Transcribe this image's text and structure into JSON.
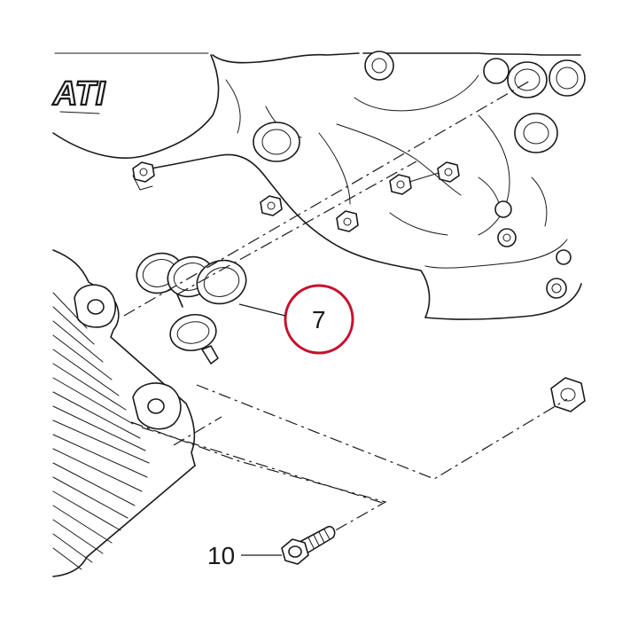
{
  "diagram": {
    "callouts": [
      {
        "label": "7",
        "part": "oil-cooler-gasket"
      },
      {
        "label": "10",
        "part": "flange-bolt"
      }
    ],
    "brand_lettering": "ATI",
    "highlight": {
      "target_callout": "7",
      "color": "#c8102e"
    },
    "colors": {
      "line": "#1a1a1a",
      "background": "#ffffff"
    }
  }
}
